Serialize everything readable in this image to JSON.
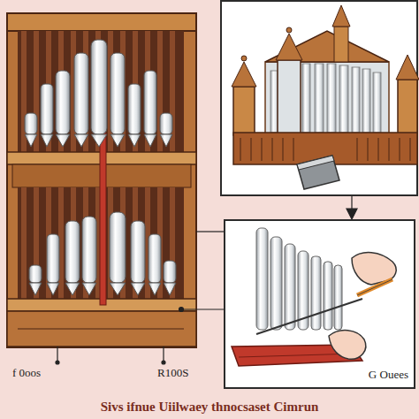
{
  "diagram": {
    "caption": "Sivs ifnue Uiilwaey thnocsaset Cimrun",
    "nodes": [
      {
        "text": [
          "G Ouees"
        ]
      }
    ],
    "labels": [
      "f 0oos",
      "R100S"
    ]
  }
}
